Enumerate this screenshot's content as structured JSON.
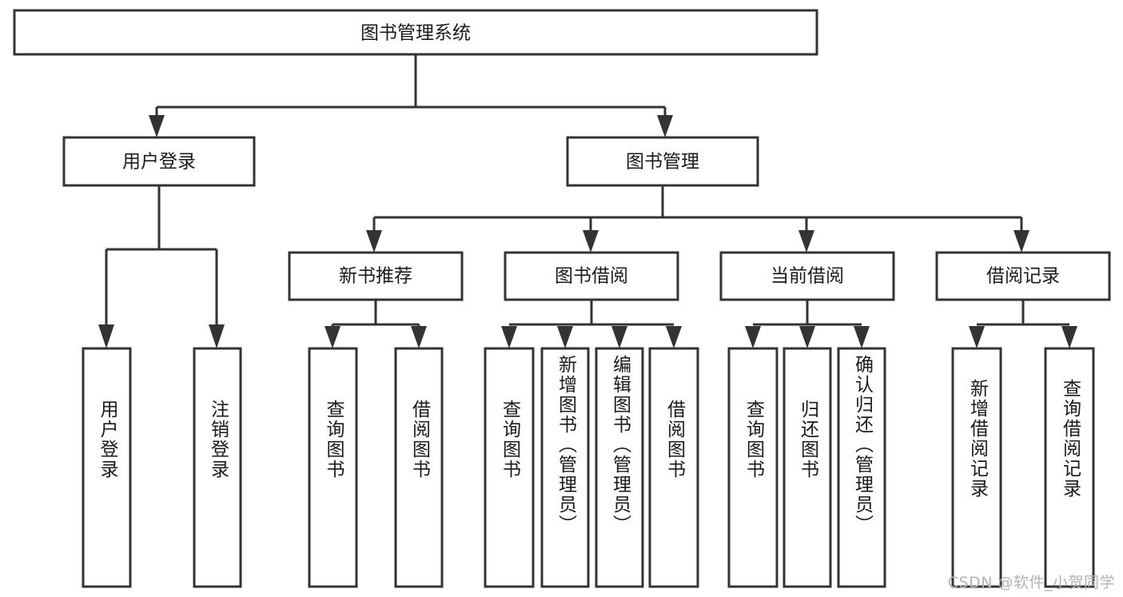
{
  "diagram": {
    "type": "tree",
    "title": "图书管理系统",
    "orientation": "top-down",
    "colors": {
      "box_stroke": "#333333",
      "box_fill": "#ffffff",
      "text": "#1a1a1a",
      "background": "#ffffff",
      "watermark": "#b3b3b3"
    },
    "root": {
      "label": "图书管理系统"
    },
    "level2": [
      {
        "label": "用户登录"
      },
      {
        "label": "图书管理"
      }
    ],
    "level3": [
      {
        "label": "新书推荐"
      },
      {
        "label": "图书借阅"
      },
      {
        "label": "当前借阅"
      },
      {
        "label": "借阅记录"
      }
    ],
    "leaves": [
      {
        "label": "用户登录",
        "parent": "用户登录"
      },
      {
        "label": "注销登录",
        "parent": "用户登录"
      },
      {
        "label": "查询图书",
        "parent": "新书推荐"
      },
      {
        "label": "借阅图书",
        "parent": "新书推荐"
      },
      {
        "label": "查询图书",
        "parent": "图书借阅"
      },
      {
        "label": "新增图书（管理员）",
        "parent": "图书借阅"
      },
      {
        "label": "编辑图书（管理员）",
        "parent": "图书借阅"
      },
      {
        "label": "借阅图书",
        "parent": "图书借阅"
      },
      {
        "label": "查询图书",
        "parent": "当前借阅"
      },
      {
        "label": "归还图书",
        "parent": "当前借阅"
      },
      {
        "label": "确认归还（管理员）",
        "parent": "当前借阅"
      },
      {
        "label": "新增借阅记录",
        "parent": "借阅记录"
      },
      {
        "label": "查询借阅记录",
        "parent": "借阅记录"
      }
    ]
  },
  "watermark": {
    "text": "CSDN @软件_小贺同学"
  }
}
